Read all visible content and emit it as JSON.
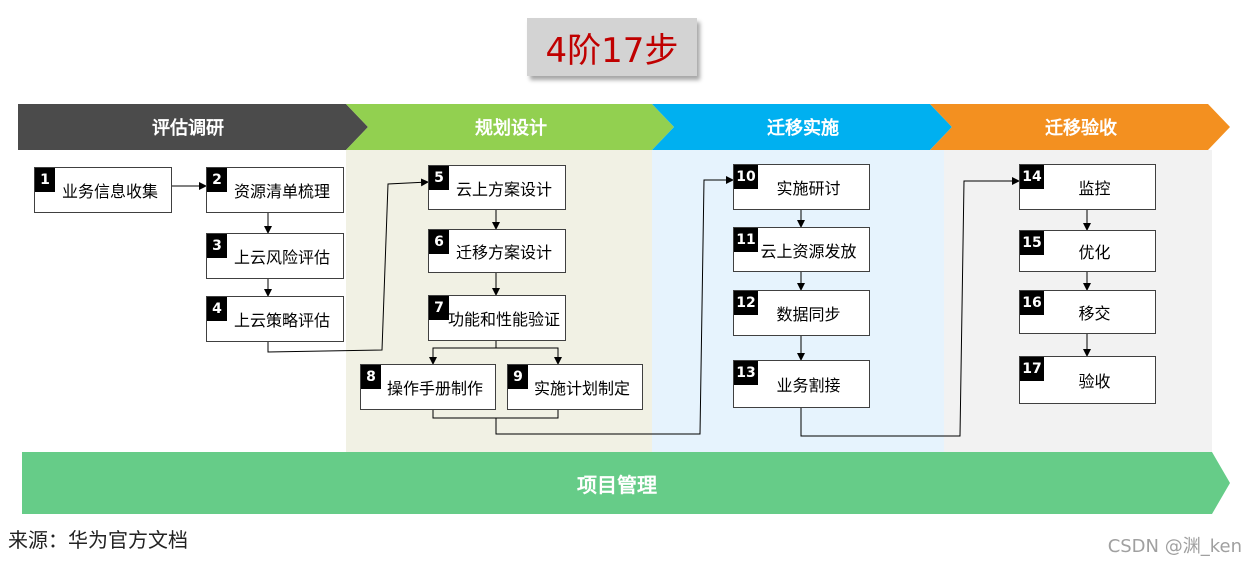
{
  "title": "4阶17步",
  "phases": [
    {
      "label": "评估调研",
      "color": "#4b4b4b"
    },
    {
      "label": "规划设计",
      "color": "#92d050"
    },
    {
      "label": "迁移实施",
      "color": "#00b0f0"
    },
    {
      "label": "迁移验收",
      "color": "#f39020"
    }
  ],
  "phase_backgrounds": [
    "#ffffff",
    "#f1f1e4",
    "#e6f3fd",
    "#f2f2f2"
  ],
  "steps": [
    {
      "num": "1",
      "label": "业务信息收集"
    },
    {
      "num": "2",
      "label": "资源清单梳理"
    },
    {
      "num": "3",
      "label": "上云风险评估"
    },
    {
      "num": "4",
      "label": "上云策略评估"
    },
    {
      "num": "5",
      "label": "云上方案设计"
    },
    {
      "num": "6",
      "label": "迁移方案设计"
    },
    {
      "num": "7",
      "label": "功能和性能验证"
    },
    {
      "num": "8",
      "label": "操作手册制作"
    },
    {
      "num": "9",
      "label": "实施计划制定"
    },
    {
      "num": "10",
      "label": "实施研讨"
    },
    {
      "num": "11",
      "label": "云上资源发放"
    },
    {
      "num": "12",
      "label": "数据同步"
    },
    {
      "num": "13",
      "label": "业务割接"
    },
    {
      "num": "14",
      "label": "监控"
    },
    {
      "num": "15",
      "label": "优化"
    },
    {
      "num": "16",
      "label": "移交"
    },
    {
      "num": "17",
      "label": "验收"
    }
  ],
  "project_management": {
    "label": "项目管理",
    "color": "#66cc88"
  },
  "source": "来源：华为官方文档",
  "watermark": "CSDN @渊_ken"
}
